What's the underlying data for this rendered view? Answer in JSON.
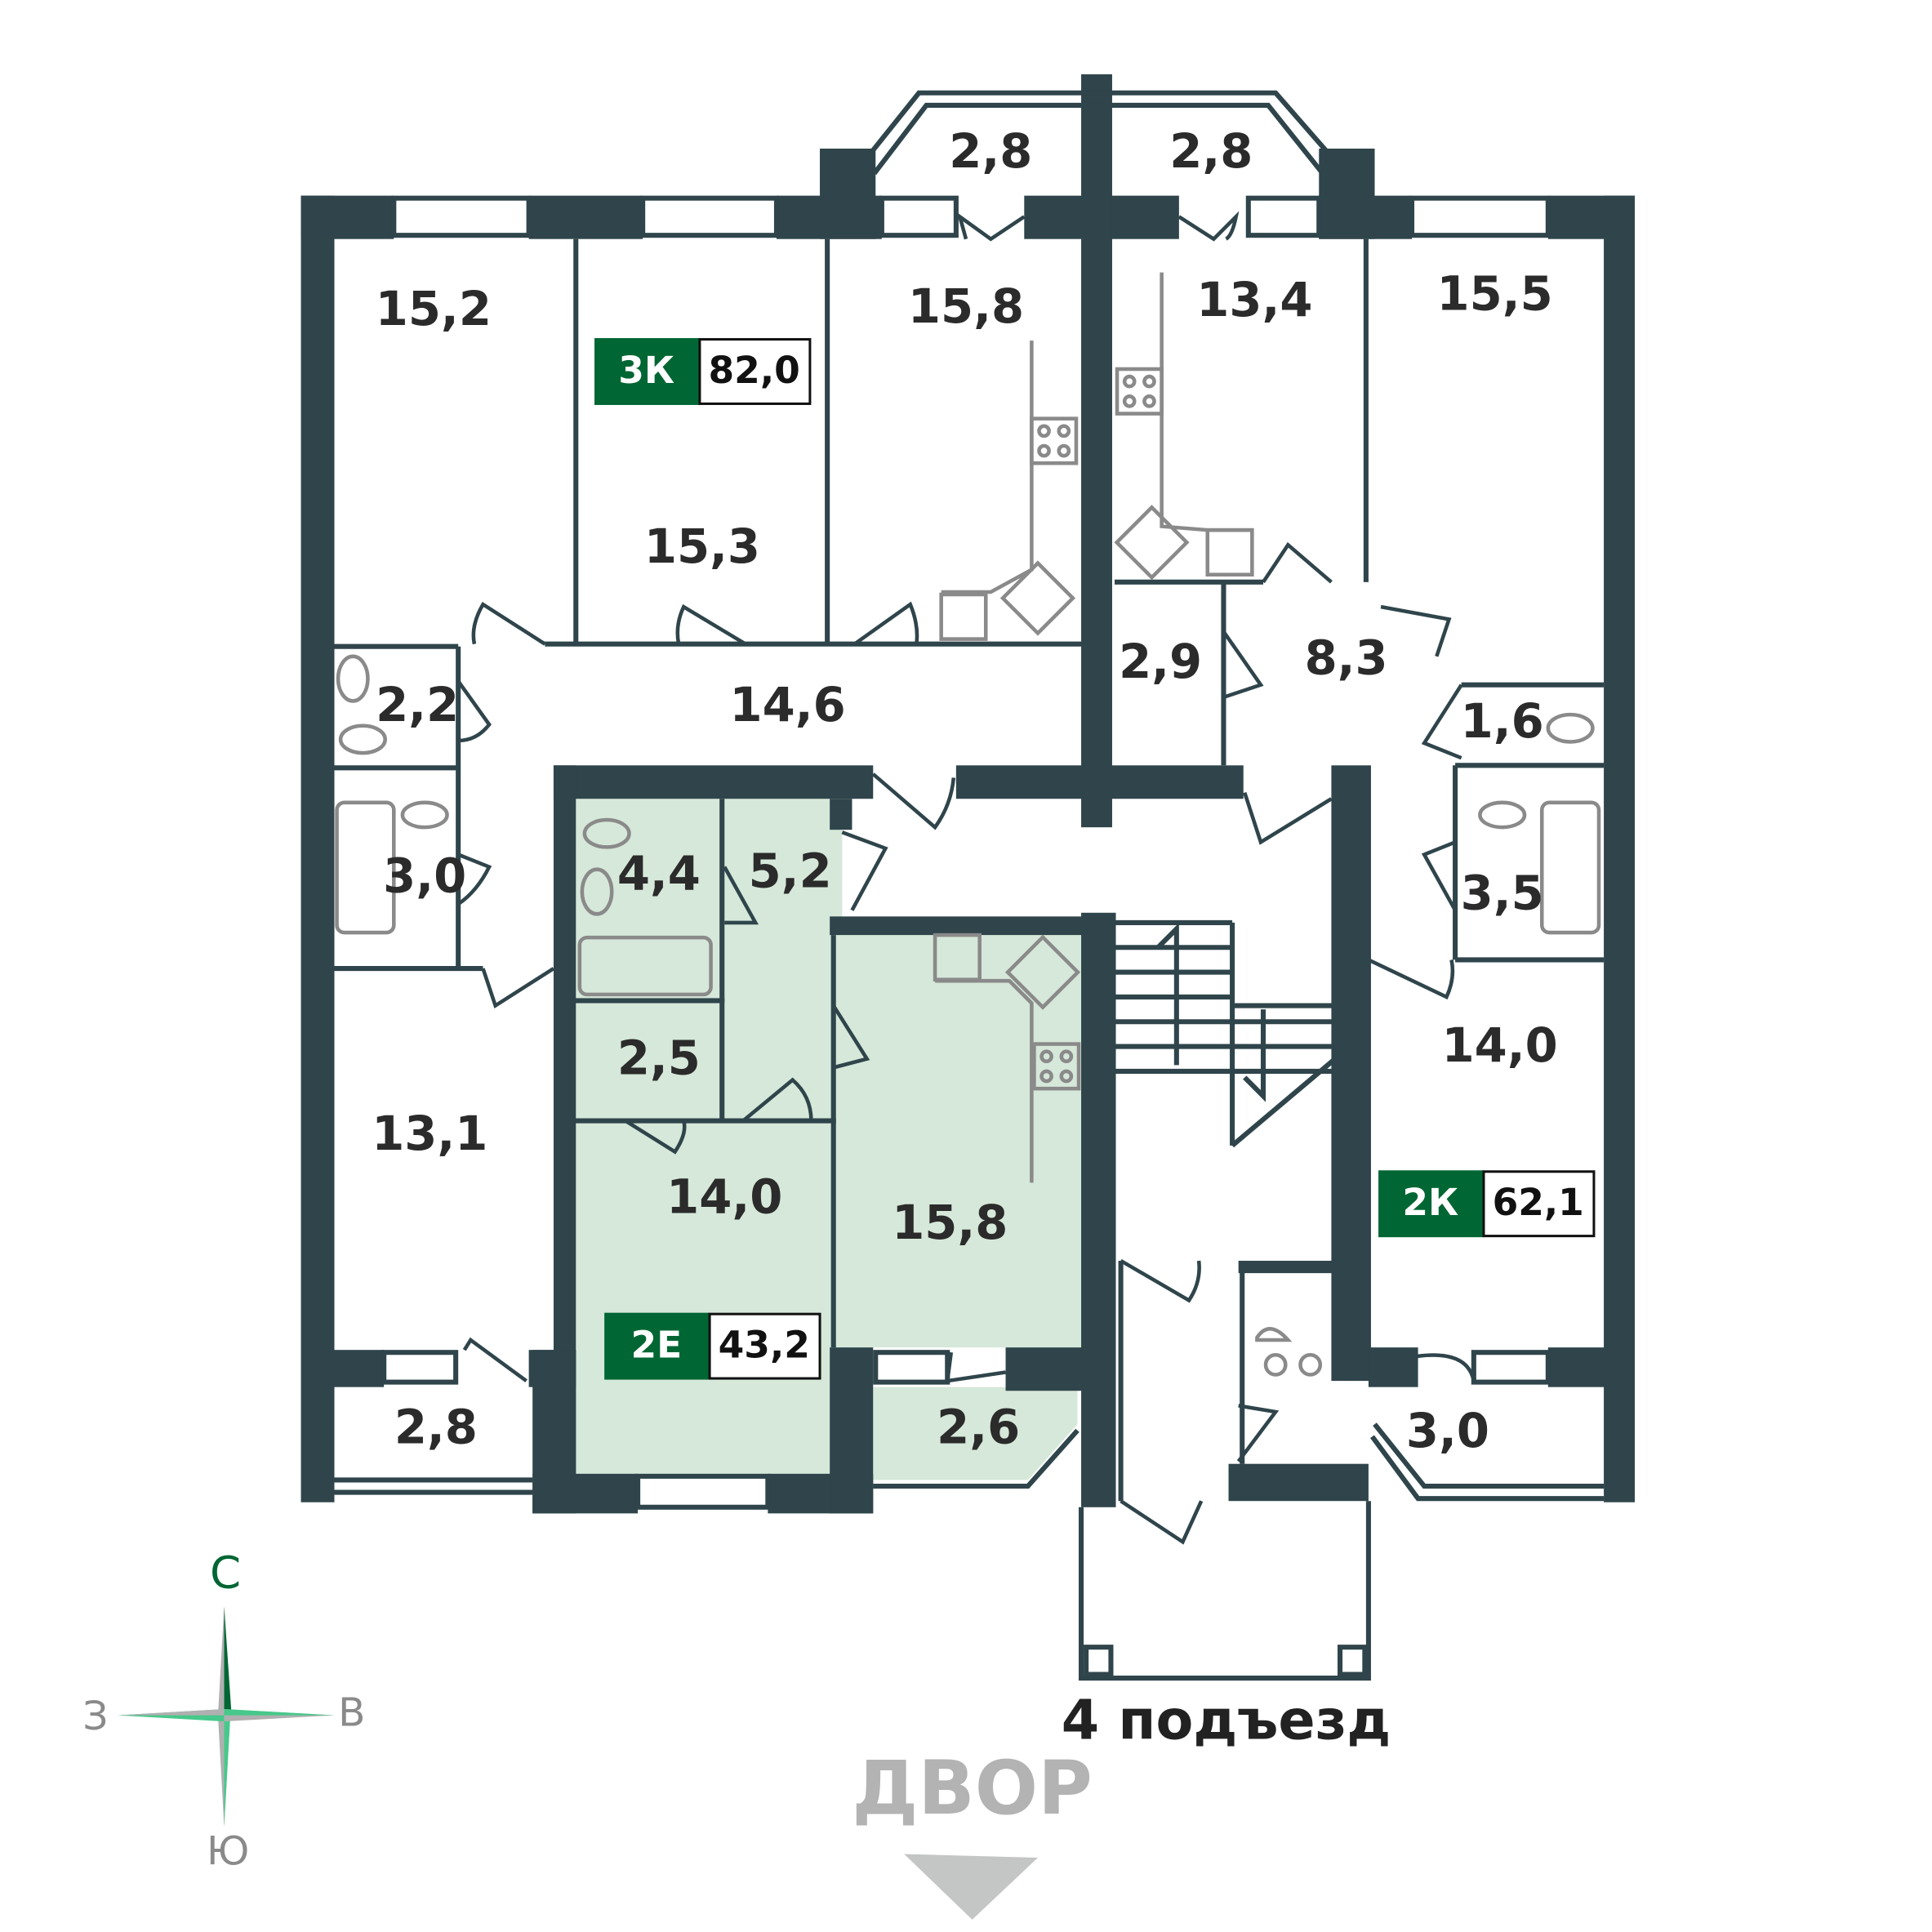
{
  "plan": {
    "entrance_label": "4 подъезд",
    "yard_label": "ДВОР",
    "colors": {
      "wall": "#2f454b",
      "highlight": "#d6e8d9",
      "badge": "#006633"
    },
    "apartments": [
      {
        "type": "3К",
        "area": "82,0"
      },
      {
        "type": "2К",
        "area": "62,1"
      },
      {
        "type": "2Е",
        "area": "43,2",
        "highlighted": true
      }
    ],
    "rooms": [
      "15,2",
      "15,3",
      "15,8",
      "13,4",
      "15,5",
      "2,8",
      "2,8",
      "2,2",
      "14,6",
      "2,9",
      "8,3",
      "1,6",
      "3,0",
      "4,4",
      "5,2",
      "3,5",
      "2,5",
      "14,0",
      "15,8",
      "13,1",
      "14,0",
      "2,8",
      "2,6",
      "3,0"
    ]
  },
  "compass": {
    "north": "С",
    "south": "Ю",
    "west": "З",
    "east": "В"
  }
}
